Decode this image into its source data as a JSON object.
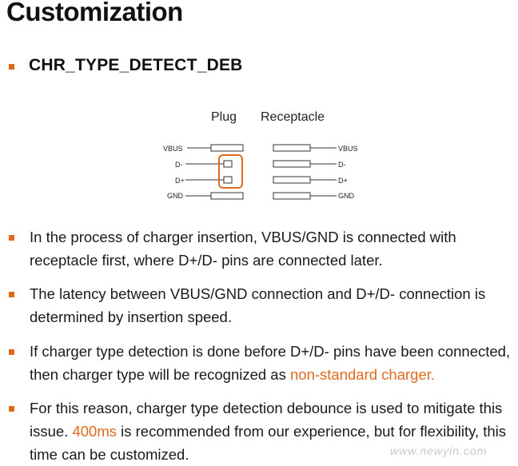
{
  "title": "Customization",
  "heading": "CHR_TYPE_DETECT_DEB",
  "diagram": {
    "plug_label": "Plug",
    "receptacle_label": "Receptacle",
    "plug_pins": [
      "VBUS",
      "D-",
      "D+",
      "GND"
    ],
    "receptacle_pins": [
      "VBUS",
      "D-",
      "D+",
      "GND"
    ],
    "highlight_color": "#e06a1c"
  },
  "paragraphs": [
    {
      "line1": "In the process of charger insertion, VBUS/GND is connected with",
      "line2": "receptacle first, where D+/D- pins are connected later."
    },
    {
      "line1": "The latency between VBUS/GND connection and D+/D- connection is",
      "line2": "determined by insertion speed."
    },
    {
      "line1": "If charger type detection is done before D+/D- pins have been connected,",
      "line2_before": "then charger type will be recognized as ",
      "line2_highlight": "non-standard charger."
    },
    {
      "line1": "For this reason, charger type detection debounce is used to mitigate this",
      "line2_before": "issue. ",
      "line2_highlight": "400ms",
      "line2_after": " is recommended from our experience, but for flexibility, this",
      "line3": "time can be customized."
    }
  ],
  "watermark": "www.newyin.com",
  "colors": {
    "accent": "#e06a1c",
    "text": "#1a1a1a"
  }
}
